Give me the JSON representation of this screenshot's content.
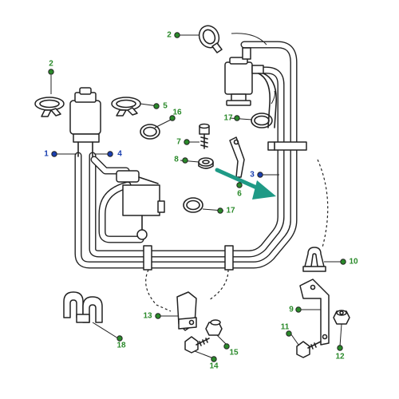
{
  "colors": {
    "callout_green": "#2a8a2a",
    "callout_blue": "#1a3fb0",
    "arrow_teal": "#1f9a86",
    "line": "#222222"
  },
  "callouts": [
    {
      "id": "c2a",
      "label": "2",
      "color": "callout_green"
    },
    {
      "id": "c2b",
      "label": "2",
      "color": "callout_green"
    },
    {
      "id": "c5",
      "label": "5",
      "color": "callout_green"
    },
    {
      "id": "c16",
      "label": "16",
      "color": "callout_green"
    },
    {
      "id": "c17a",
      "label": "17",
      "color": "callout_green"
    },
    {
      "id": "c7",
      "label": "7",
      "color": "callout_green"
    },
    {
      "id": "c8",
      "label": "8",
      "color": "callout_green"
    },
    {
      "id": "c1",
      "label": "1",
      "color": "callout_blue"
    },
    {
      "id": "c4",
      "label": "4",
      "color": "callout_blue"
    },
    {
      "id": "c3",
      "label": "3",
      "color": "callout_blue"
    },
    {
      "id": "c6",
      "label": "6",
      "color": "callout_green"
    },
    {
      "id": "c17b",
      "label": "17",
      "color": "callout_green"
    },
    {
      "id": "c10",
      "label": "10",
      "color": "callout_green"
    },
    {
      "id": "c9",
      "label": "9",
      "color": "callout_green"
    },
    {
      "id": "c11",
      "label": "11",
      "color": "callout_green"
    },
    {
      "id": "c12",
      "label": "12",
      "color": "callout_green"
    },
    {
      "id": "c13",
      "label": "13",
      "color": "callout_green"
    },
    {
      "id": "c15",
      "label": "15",
      "color": "callout_green"
    },
    {
      "id": "c14",
      "label": "14",
      "color": "callout_green"
    },
    {
      "id": "c18",
      "label": "18",
      "color": "callout_green"
    }
  ]
}
